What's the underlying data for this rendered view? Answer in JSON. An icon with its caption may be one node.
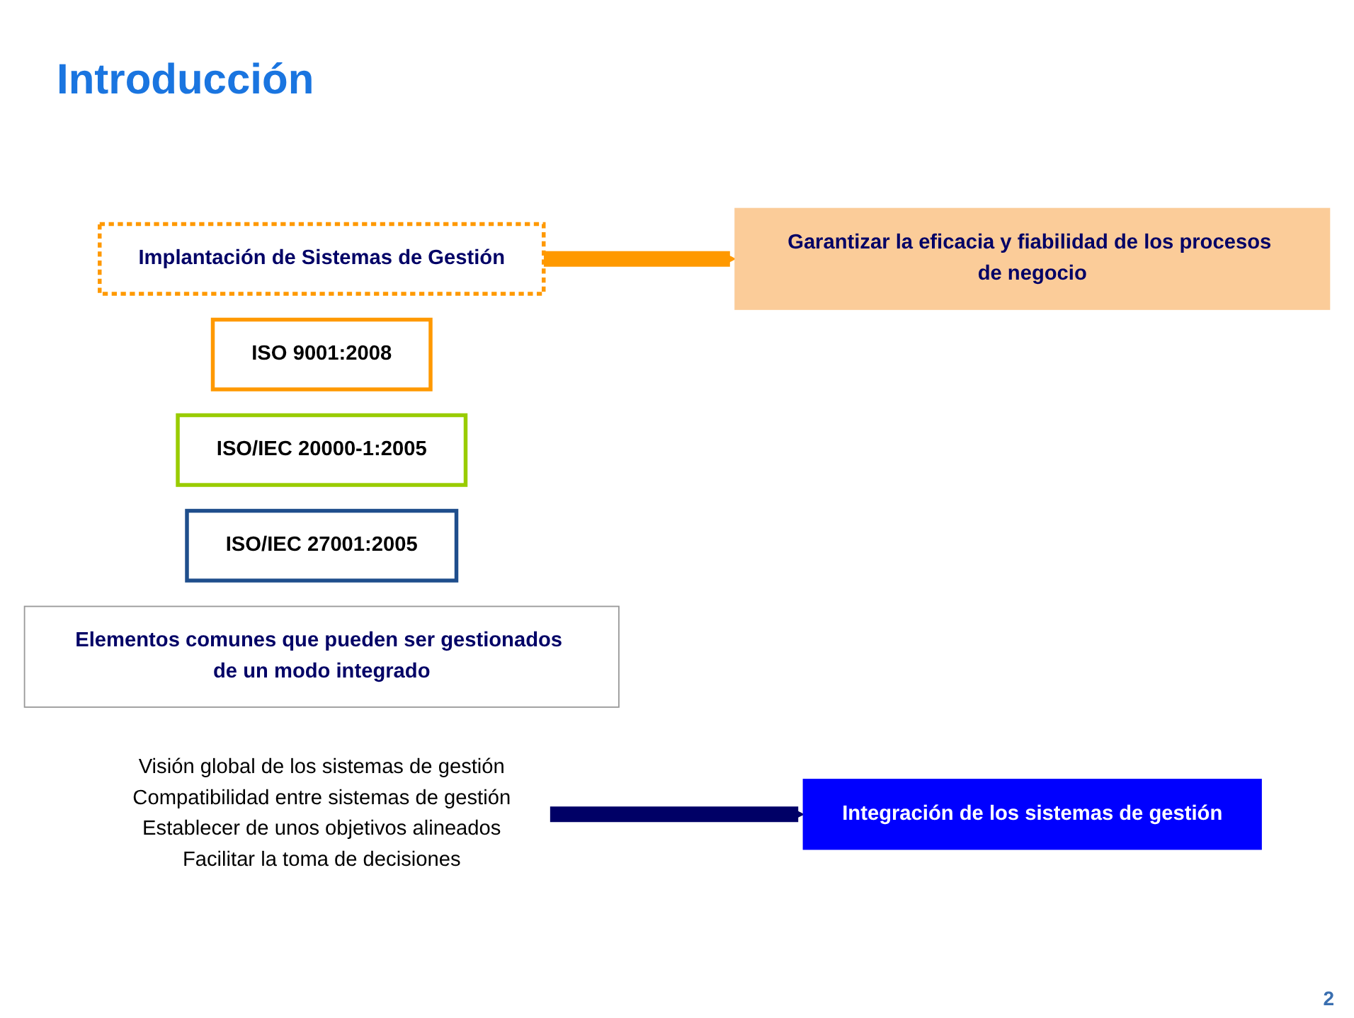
{
  "diagram": {
    "title": "Introducción",
    "nodes": [
      {
        "text": [
          "Implantación de Sistemas de Gestión"
        ]
      },
      {
        "text": [
          "Garantizar la eficacia y fiabilidad de los procesos de negocio"
        ]
      },
      {
        "text": [
          "ISO 9001:2008"
        ]
      },
      {
        "text": [
          "ISO/IEC 20000-1:2005"
        ]
      },
      {
        "text": [
          "ISO/IEC 27001:2005"
        ]
      },
      {
        "text": [
          "Elementos comunes que pueden ser gestionados de un modo integrado"
        ]
      },
      {
        "text": [
          "Visión global de los sistemas de gestión",
          "Compatibilidad entre sistemas de gestión",
          "Establecer de unos objetivos alineados",
          "Facilitar la toma de decisiones"
        ]
      },
      {
        "text": [
          "Integración de los sistemas de gestión"
        ]
      }
    ],
    "edges": [
      {
        "from": 0,
        "to": 1,
        "arrow": "to",
        "color": "#ff9900"
      },
      {
        "from": 6,
        "to": 7,
        "arrow": "to",
        "color": "#000066"
      }
    ],
    "labels": [
      "2"
    ]
  }
}
